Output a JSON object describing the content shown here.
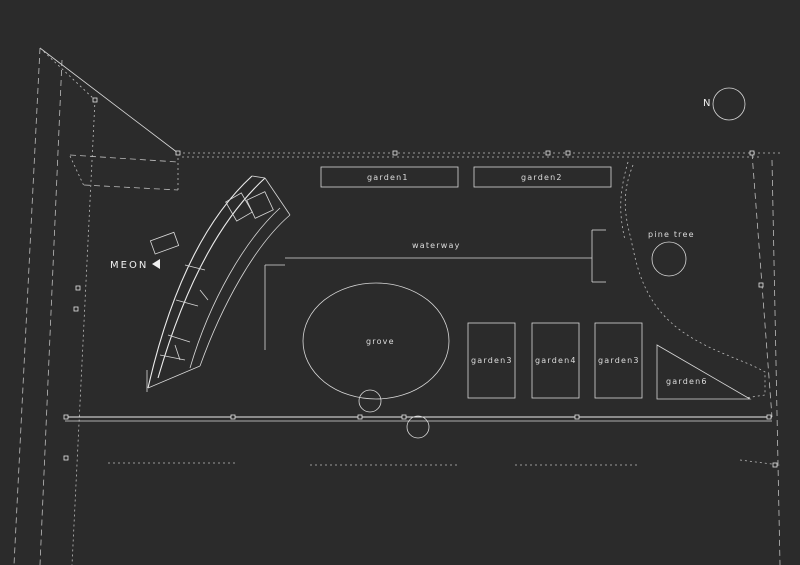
{
  "labels": {
    "north": "N",
    "building": "MEON",
    "waterway": "waterway",
    "garden1": "garden1",
    "garden2": "garden2",
    "garden3": "garden3",
    "garden4": "garden4",
    "garden5": "garden3",
    "garden6": "garden6",
    "grove": "grove",
    "pine_tree": "pine tree"
  }
}
